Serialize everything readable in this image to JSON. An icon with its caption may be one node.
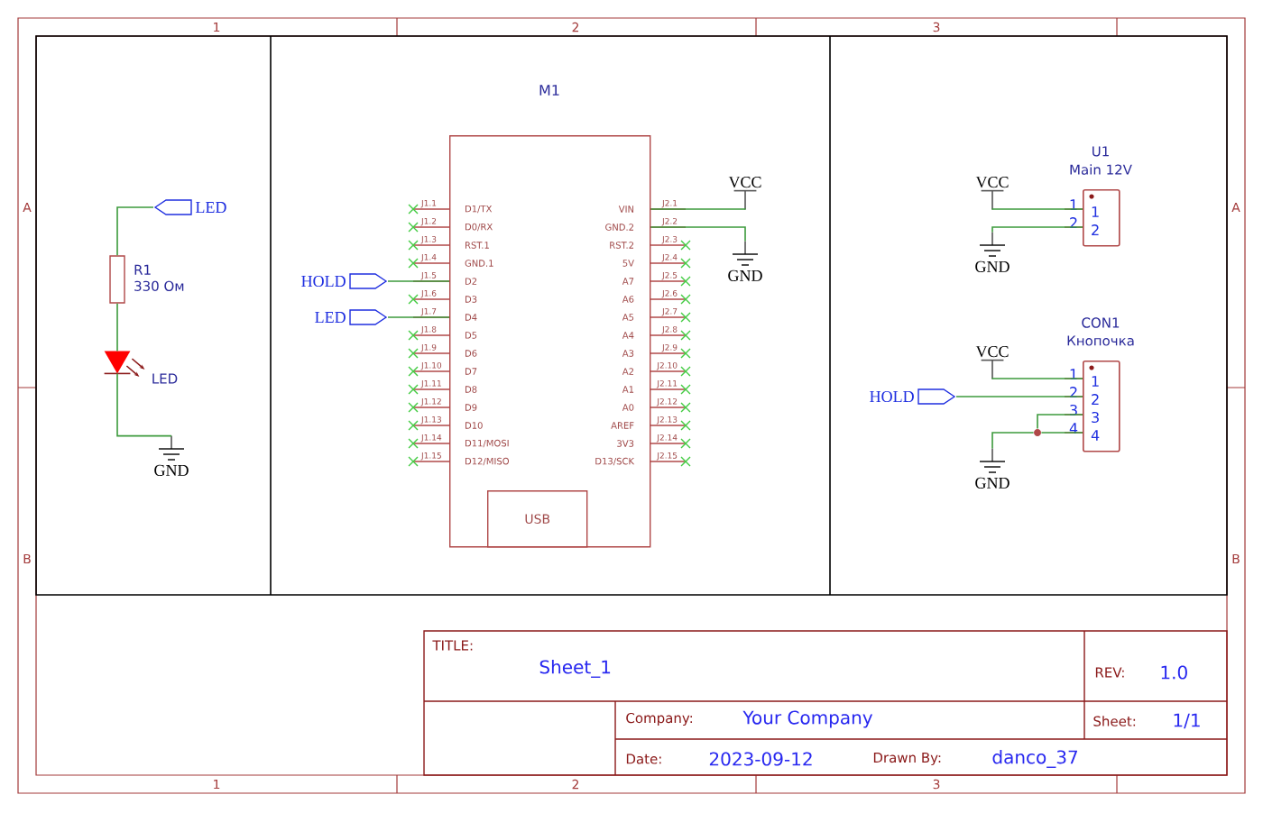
{
  "diagram": {
    "nodes": [
      {
        "text": [
          "LED"
        ]
      },
      {
        "text": [
          "R1",
          "330 Ом"
        ]
      },
      {
        "text": [
          "LED"
        ]
      },
      {
        "text": [
          "GND"
        ]
      },
      {
        "text": [
          "M1",
          "D1/TX",
          "D0/RX",
          "RST.1",
          "GND.1",
          "D2",
          "D3",
          "D4",
          "D5",
          "D6",
          "D7",
          "D8",
          "D9",
          "D10",
          "D11/MOSI",
          "D12/MISO",
          "VIN",
          "GND.2",
          "RST.2",
          "5V",
          "A7",
          "A6",
          "A5",
          "A4",
          "A3",
          "A2",
          "A1",
          "A0",
          "AREF",
          "3V3",
          "D13/SCK"
        ],
        "beside": [
          "J1.1",
          "J1.2",
          "J1.3",
          "J1.4",
          "J1.5",
          "J1.6",
          "J1.7",
          "J1.8",
          "J1.9",
          "J1.10",
          "J1.11",
          "J1.12",
          "J1.13",
          "J1.14",
          "J1.15",
          "J2.1",
          "J2.2",
          "J2.3",
          "J2.4",
          "J2.5",
          "J2.6",
          "J2.7",
          "J2.8",
          "J2.9",
          "J2.10",
          "J2.11",
          "J2.12",
          "J2.13",
          "J2.14",
          "J2.15"
        ]
      },
      {
        "text": [
          "USB"
        ],
        "in": 4
      },
      {
        "text": [
          "HOLD"
        ]
      },
      {
        "text": [
          "LED"
        ]
      },
      {
        "text": [
          "VCC"
        ]
      },
      {
        "text": [
          "GND"
        ]
      },
      {
        "text": [
          "U1",
          "Main 12V",
          "1",
          "1",
          "2",
          "2"
        ]
      },
      {
        "text": [
          "VCC"
        ]
      },
      {
        "text": [
          "GND"
        ]
      },
      {
        "text": [
          "CON1",
          "Кнопочка",
          "1",
          "1",
          "2",
          "2",
          "3",
          "3",
          "4",
          "4"
        ]
      },
      {
        "text": [
          "VCC"
        ]
      },
      {
        "text": [
          "HOLD"
        ]
      },
      {
        "text": [],
        "shape": "circle"
      },
      {
        "text": [
          "GND"
        ]
      }
    ],
    "edges": [
      {
        "from": 0,
        "to": 1,
        "arrow": "none"
      },
      {
        "from": 1,
        "to": 2,
        "arrow": "none"
      },
      {
        "from": 2,
        "to": 3,
        "arrow": "none"
      },
      {
        "from": 6,
        "to": 4,
        "arrow": "none"
      },
      {
        "from": 7,
        "to": 4,
        "arrow": "none"
      },
      {
        "from": 4,
        "to": 8,
        "arrow": "none"
      },
      {
        "from": 4,
        "to": 9,
        "arrow": "none"
      },
      {
        "from": 11,
        "to": 10,
        "arrow": "none"
      },
      {
        "from": 12,
        "to": 10,
        "arrow": "none"
      },
      {
        "from": 14,
        "to": 13,
        "arrow": "none"
      },
      {
        "from": 15,
        "to": 13,
        "arrow": "none"
      },
      {
        "from": 13,
        "to": 16,
        "arrow": "none"
      },
      {
        "from": 13,
        "to": 16,
        "arrow": "none"
      },
      {
        "from": 16,
        "to": 17,
        "arrow": "none"
      }
    ],
    "labels": [
      "1",
      "2",
      "3",
      "A",
      "A",
      "B",
      "B",
      "1",
      "2",
      "3",
      "TITLE:",
      "Sheet_1",
      "REV:",
      "1.0",
      "Company:",
      "Your Company",
      "Sheet:",
      "1/1",
      "Date:",
      "2023-09-12",
      "Drawn By:",
      "danco_37"
    ]
  }
}
